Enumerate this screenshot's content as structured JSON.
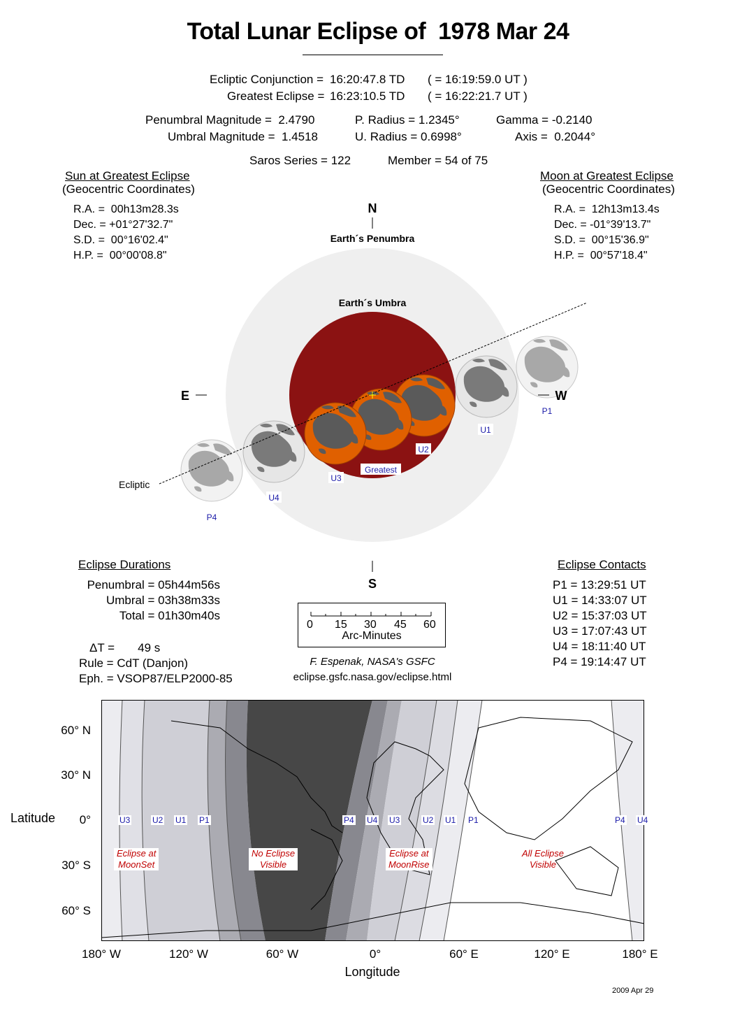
{
  "title": "Total Lunar Eclipse of  1978 Mar 24",
  "times": {
    "conjunction_label": "Ecliptic Conjunction =",
    "conjunction_td": "16:20:47.8 TD",
    "conjunction_ut": "( = 16:19:59.0 UT )",
    "greatest_label": "Greatest Eclipse =",
    "greatest_td": "16:23:10.5 TD",
    "greatest_ut": "( = 16:22:21.7 UT )"
  },
  "magnitudes": {
    "penumbral": "Penumbral Magnitude =  2.4790",
    "umbral": "Umbral Magnitude =  1.4518",
    "p_radius": "P. Radius = 1.2345°",
    "u_radius": "U. Radius = 0.6998°",
    "gamma": "Gamma = -0.2140",
    "axis": "Axis =  0.2044°"
  },
  "saros": {
    "series": "Saros Series = 122",
    "member": "Member = 54 of 75"
  },
  "sun": {
    "heading": "Sun at Greatest Eclipse",
    "sub": "(Geocentric Coordinates)",
    "ra": "R.A. =  00h13m28.3s",
    "dec": "Dec. = +01°27'32.7\"",
    "sd": "S.D. =  00°16'02.4\"",
    "hp": "H.P. =  00°00'08.8\""
  },
  "moon": {
    "heading": "Moon at Greatest Eclipse",
    "sub": "(Geocentric Coordinates)",
    "ra": "R.A. =  12h13m13.4s",
    "dec": "Dec. = -01°39'13.7\"",
    "sd": "S.D. =  00°15'36.9\"",
    "hp": "H.P. =  00°57'18.4\""
  },
  "diagram": {
    "north": "N",
    "south": "S",
    "east": "E",
    "west": "W",
    "penumbra_label": "Earth´s Penumbra",
    "umbra_label": "Earth´s Umbra",
    "ecliptic_label": "Ecliptic",
    "contact_labels": {
      "p1": "P1",
      "u1": "U1",
      "u2": "U2",
      "greatest": "Greatest",
      "u3": "U3",
      "u4": "U4",
      "p4": "P4"
    },
    "colors": {
      "penumbra": "#efefef",
      "umbra": "#8b1212",
      "eclipsed_moon": "#e06000",
      "moon_maria": "#5a5a5a",
      "label_blue": "#1a1aa8"
    }
  },
  "durations": {
    "heading": "Eclipse Durations",
    "penumbral": "Penumbral = 05h44m56s",
    "umbral": "Umbral = 03h38m33s",
    "total": "Total = 01h30m40s",
    "delta_t": "ΔT =       49 s",
    "rule": "Rule = CdT (Danjon)",
    "eph": "Eph. = VSOP87/ELP2000-85"
  },
  "scale": {
    "ticks": [
      "0",
      "15",
      "30",
      "45",
      "60"
    ],
    "unit": "Arc-Minutes"
  },
  "credit": {
    "author": "F. Espenak, NASA's GSFC",
    "url": "eclipse.gsfc.nasa.gov/eclipse.html"
  },
  "contacts": {
    "heading": "Eclipse Contacts",
    "p1": "P1 = 13:29:51 UT",
    "u1": "U1 = 14:33:07 UT",
    "u2": "U2 = 15:37:03 UT",
    "u3": "U3 = 17:07:43 UT",
    "u4": "U4 = 18:11:40 UT",
    "p4": "P4 = 19:14:47 UT"
  },
  "map": {
    "ylabel": "Latitude",
    "xlabel": "Longitude",
    "lat_ticks": [
      "60° N",
      "30° N",
      "0°",
      "30° S",
      "60° S"
    ],
    "lon_ticks": [
      "180° W",
      "120° W",
      "60° W",
      "0°",
      "60° E",
      "120° E",
      "180° E"
    ],
    "west_labels": [
      "U3",
      "U2",
      "U1",
      "P1",
      "P4",
      "U4",
      "U3",
      "U2",
      "U1",
      "P1",
      "P4",
      "U4"
    ],
    "regions": {
      "moonset": "Eclipse at\nMoonSet",
      "none": "No Eclipse\nVisible",
      "moonrise": "Eclipse at\nMoonRise",
      "all": "All Eclipse\nVisible"
    }
  },
  "footer_date": "2009 Apr 29"
}
